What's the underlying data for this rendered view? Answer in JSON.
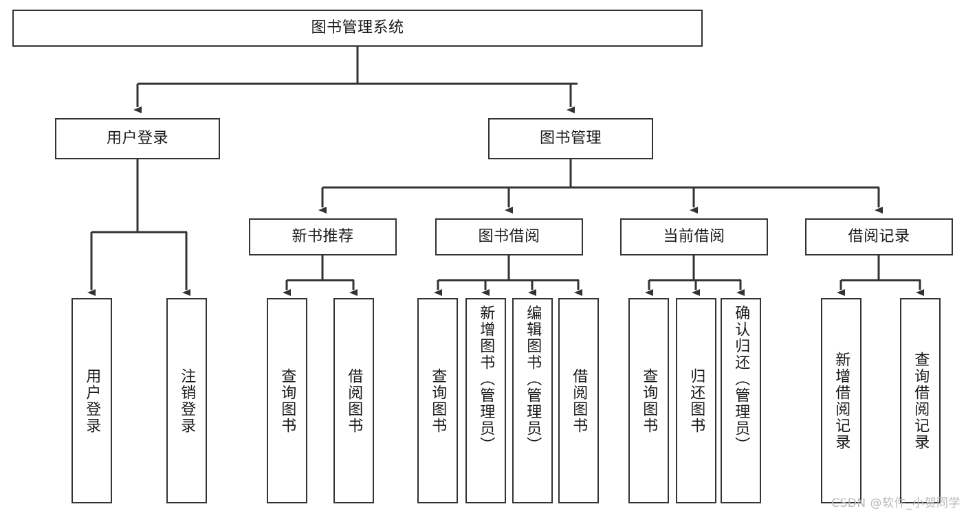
{
  "diagram": {
    "title": "图书管理系统",
    "type": "tree-hierarchy-diagram",
    "root": {
      "label": "图书管理系统"
    },
    "level2": [
      {
        "label": "用户登录"
      },
      {
        "label": "图书管理"
      }
    ],
    "level3": [
      {
        "label": "新书推荐"
      },
      {
        "label": "图书借阅"
      },
      {
        "label": "当前借阅"
      },
      {
        "label": "借阅记录"
      }
    ],
    "leaves": [
      {
        "label": "用户登录",
        "parent": "用户登录"
      },
      {
        "label": "注销登录",
        "parent": "用户登录"
      },
      {
        "label": "查询图书",
        "parent": "新书推荐"
      },
      {
        "label": "借阅图书",
        "parent": "新书推荐"
      },
      {
        "label": "查询图书",
        "parent": "图书借阅"
      },
      {
        "label": "新增图书（管理员）",
        "parent": "图书借阅"
      },
      {
        "label": "编辑图书（管理员）",
        "parent": "图书借阅"
      },
      {
        "label": "借阅图书",
        "parent": "图书借阅"
      },
      {
        "label": "查询图书",
        "parent": "当前借阅"
      },
      {
        "label": "归还图书",
        "parent": "当前借阅"
      },
      {
        "label": "确认归还（管理员）",
        "parent": "当前借阅"
      },
      {
        "label": "新增借阅记录",
        "parent": "借阅记录"
      },
      {
        "label": "查询借阅记录",
        "parent": "借阅记录"
      }
    ]
  },
  "watermark": {
    "text": "CSDN @软件_小贺同学"
  },
  "colors": {
    "border": "#333333",
    "text": "#1a1a1a",
    "background": "#ffffff",
    "connector": "#333333",
    "watermark": "#b9b9b9"
  }
}
